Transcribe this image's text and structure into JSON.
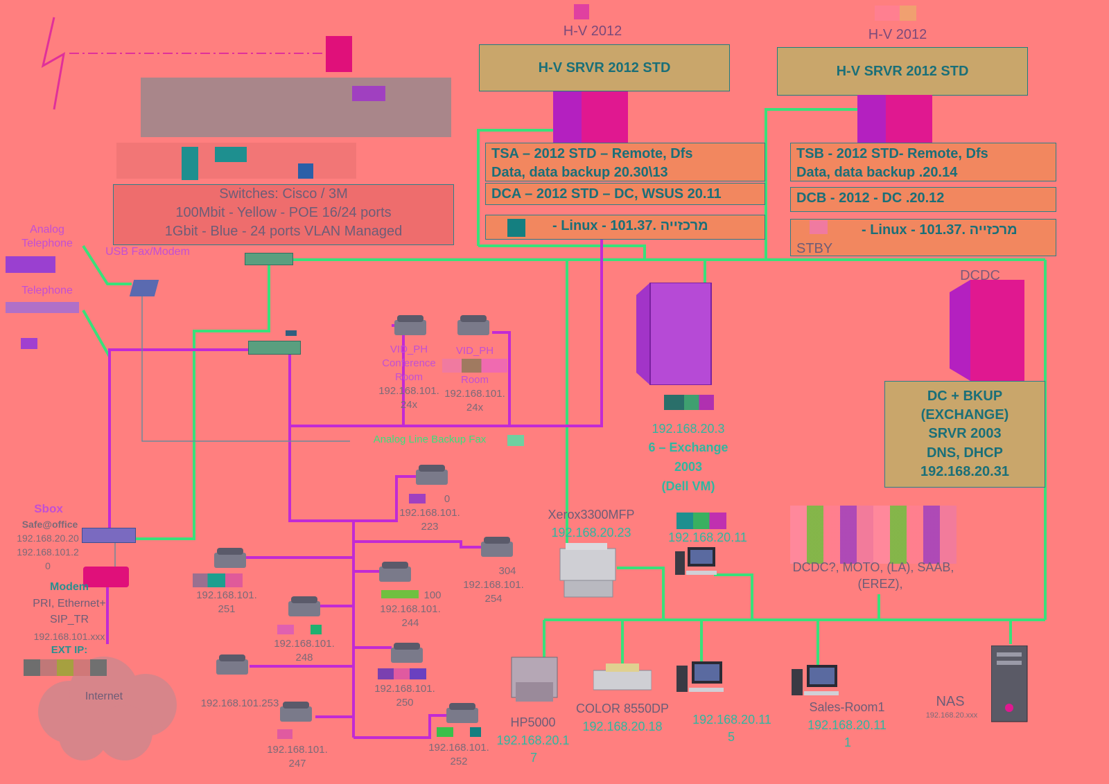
{
  "hv_left": {
    "caption": "H-V 2012",
    "box": "H-V SRVR 2012 STD"
  },
  "hv_right": {
    "caption": "H-V 2012",
    "box": "H-V SRVR 2012 STD"
  },
  "tsa": {
    "line1": "TSA – 2012 STD – Remote, Dfs",
    "line2": "Data, data backup 20.30\\13"
  },
  "dca": {
    "text": "DCA – 2012 STD – DC, WSUS 20.11"
  },
  "linux_left": {
    "text": "- Linux - מרכזייה .101.37"
  },
  "tsb": {
    "line1": "TSB - 2012 STD- Remote, Dfs",
    "line2": "Data, data backup .20.14"
  },
  "dcb": {
    "text": "DCB - 2012 - DC .20.12"
  },
  "linux_right": {
    "text": "- Linux - מרכזייה .101.37",
    "stby": "STBY"
  },
  "switches": {
    "line1": "Switches: Cisco / 3M",
    "line2": "100Mbit - Yellow - POE 16/24 ports",
    "line3": "1Gbit - Blue - 24 ports VLAN Managed"
  },
  "left_labels": {
    "analog_telephone": "Analog\nTelephone",
    "usb_fax": "USB Fax/Modem",
    "telephone": "Telephone"
  },
  "sbox": {
    "title": "Sbox",
    "line1": "Safe@office",
    "line2": "192.168.20.20",
    "line3": "192.168.101.2",
    "line4": "0"
  },
  "modem": {
    "title": "Modem",
    "line1": "PRI, Ethernet+",
    "line2": "SIP_TR",
    "line3": "192.168.101.xxx",
    "ext": "EXT IP:"
  },
  "internet": "Internet",
  "analog_backup": "Analog Line Backup Fax",
  "vid_ph_1": {
    "name": "VID_PH",
    "room1": "Conference",
    "room2": "Room",
    "ip1": "192.168.101.",
    "ip2": "24x"
  },
  "vid_ph_2": {
    "name": "VID_PH",
    "room": "Room",
    "ip1": "192.168.101.",
    "ip2": "24x"
  },
  "phones": [
    {
      "id": "p223",
      "top": "0",
      "ip1": "192.168.101.",
      "ip2": "223"
    },
    {
      "id": "p254",
      "top": "304",
      "ip1": "192.168.101.",
      "ip2": "254"
    },
    {
      "id": "p251",
      "ip1": "192.168.101.",
      "ip2": "251"
    },
    {
      "id": "p244",
      "top": "100",
      "ip1": "192.168.101.",
      "ip2": "244"
    },
    {
      "id": "p248",
      "ip1": "192.168.101.",
      "ip2": "248"
    },
    {
      "id": "p253",
      "ip1": "192.168.101.253"
    },
    {
      "id": "p250",
      "ip1": "192.168.101.",
      "ip2": "250"
    },
    {
      "id": "p247",
      "ip1": "192.168.101.",
      "ip2": "247"
    },
    {
      "id": "p252",
      "ip1": "192.168.101.",
      "ip2": "252"
    }
  ],
  "exchange_vm": {
    "ip": "192.168.20.3",
    "line2": "6 – Exchange",
    "line3": "2003",
    "line4": "(Dell VM)"
  },
  "dcdc": {
    "caption": "DCDC",
    "l1": "DC + BKUP",
    "l2": "(EXCHANGE)",
    "l3": "SRVR 2003",
    "l4": "DNS, DHCP",
    "l5": "192.168.20.31"
  },
  "xerox": {
    "name": "Xerox3300MFP",
    "ip": "192.168.20.23"
  },
  "pc_20_11": {
    "ip": "192.168.20.11"
  },
  "hosts_blurb": {
    "line1": "DCDC?, MOTO, (LA), SAAB,",
    "line2": "(EREZ),"
  },
  "hp5000": {
    "name": "HP5000",
    "ip1": "192.168.20.1",
    "ip2": "7"
  },
  "color": {
    "name": "COLOR 8550DP",
    "ip": "192.168.20.18"
  },
  "pc_115": {
    "ip1": "192.168.20.11",
    "ip2": "5"
  },
  "sales": {
    "name": "Sales-Room1",
    "ip1": "192.168.20.11",
    "ip2": "1"
  },
  "nas": {
    "name": "NAS",
    "ip": "192.168.20.xxx"
  }
}
